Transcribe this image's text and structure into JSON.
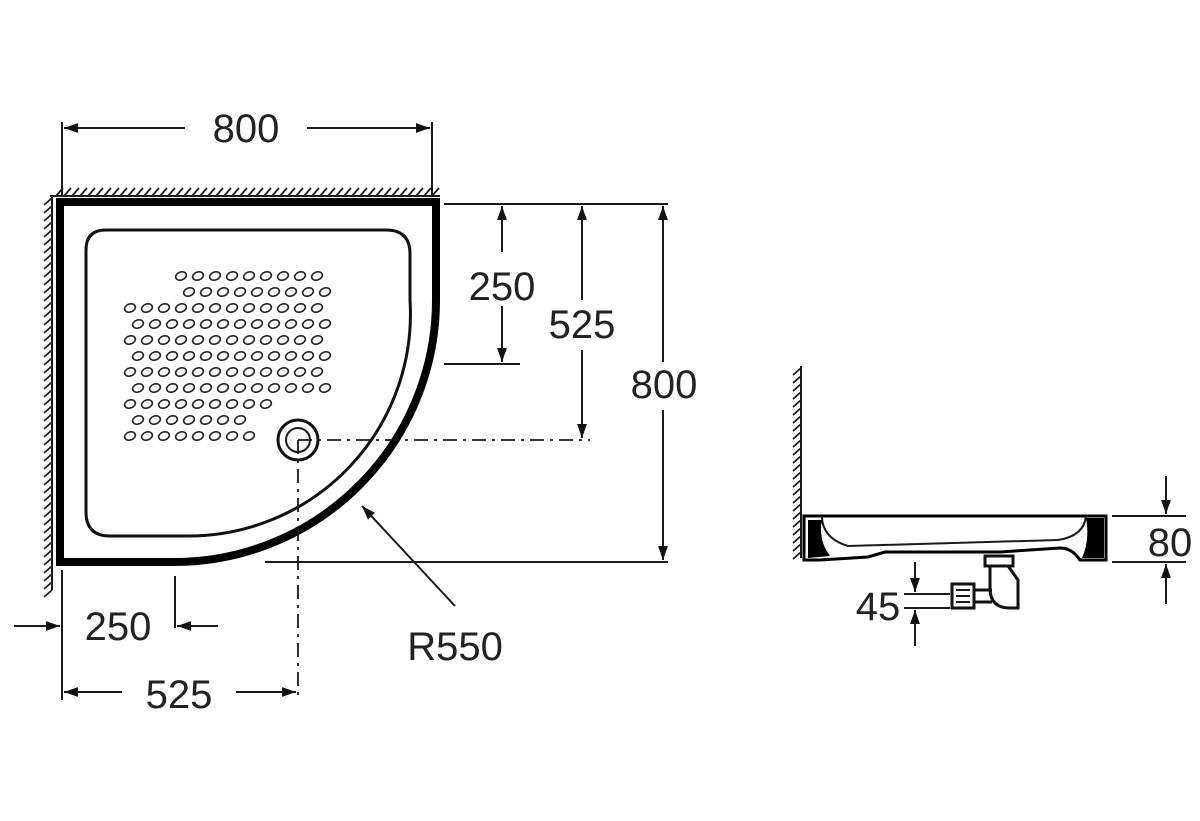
{
  "plan_view": {
    "dims": {
      "width_top": "800",
      "height_right": "800",
      "waste_offset_right": "525",
      "corner_offset_right": "250",
      "corner_offset_bottom": "250",
      "waste_offset_bottom": "525",
      "radius": "R550"
    }
  },
  "side_view": {
    "dims": {
      "height": "80",
      "waste_height": "45"
    }
  },
  "colors": {
    "line": "#000000",
    "text": "#222222",
    "background": "#ffffff"
  }
}
